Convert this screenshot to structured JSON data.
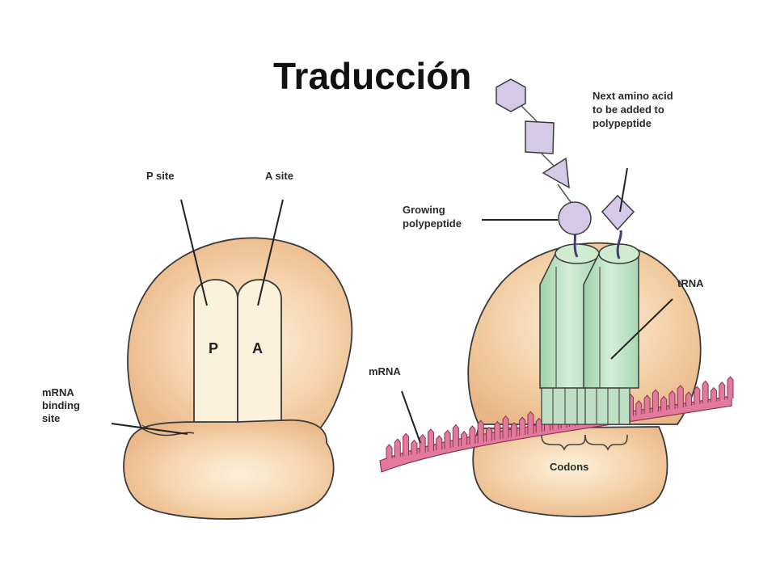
{
  "title": "Traducción",
  "left": {
    "p_site_label": "P site",
    "a_site_label": "A site",
    "p_letter": "P",
    "a_letter": "A",
    "mrna_binding_lines": [
      "mRNA",
      "binding",
      "site"
    ]
  },
  "right": {
    "next_aa_lines": [
      "Next amino acid",
      "to be added to",
      "polypeptide"
    ],
    "growing_lines": [
      "Growing",
      "polypeptide"
    ],
    "trna_label": "tRNA",
    "mrna_label": "mRNA",
    "codons_label": "Codons"
  },
  "colors": {
    "ribosome": "#ecbb8c",
    "ribosome_light": "#fdefd8",
    "site_fill": "#fbf2db",
    "trna": "#bfe0c4",
    "mrna": "#e27a9c",
    "amino_acid": "#d4c9e6"
  }
}
